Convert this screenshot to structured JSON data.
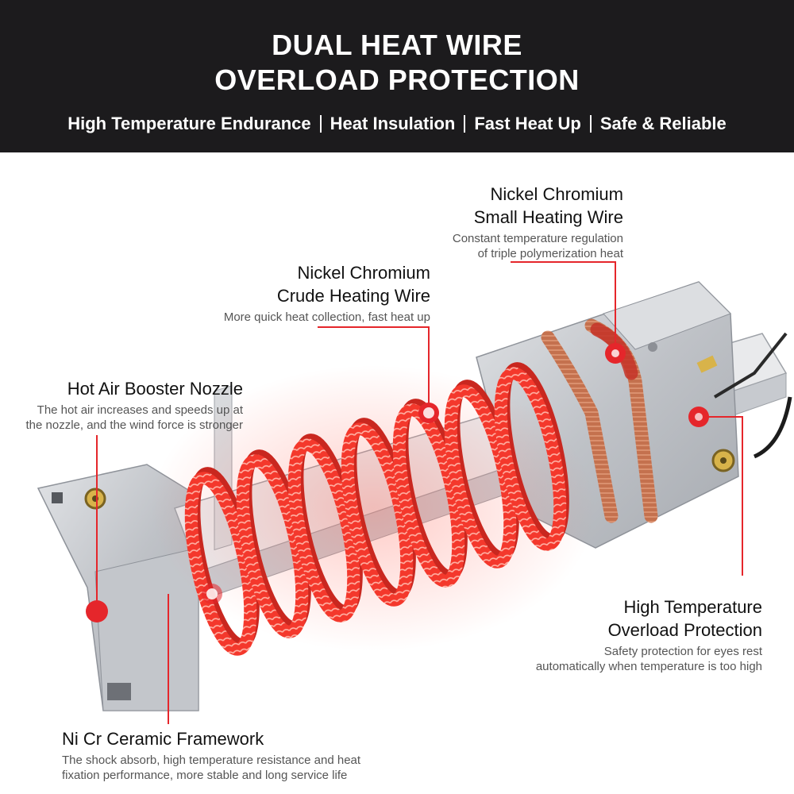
{
  "header": {
    "title_line1": "DUAL HEAT WIRE",
    "title_line2": "OVERLOAD PROTECTION",
    "features": [
      "High Temperature Endurance",
      "Heat Insulation",
      "Fast Heat Up",
      "Safe & Reliable"
    ]
  },
  "callouts": {
    "small_wire": {
      "title_line1": "Nickel Chromium",
      "title_line2": "Small Heating Wire",
      "desc_line1": "Constant temperature regulation",
      "desc_line2": "of triple polymerization heat"
    },
    "crude_wire": {
      "title_line1": "Nickel Chromium",
      "title_line2": "Crude Heating Wire",
      "desc_line1": "More quick heat collection, fast heat up"
    },
    "nozzle": {
      "title": "Hot Air Booster Nozzle",
      "desc_line1": "The hot air increases and speeds up at",
      "desc_line2": "the nozzle, and the wind force is stronger"
    },
    "overload": {
      "title_line1": "High Temperature",
      "title_line2": "Overload Protection",
      "desc_line1": "Safety protection for eyes rest",
      "desc_line2": "automatically when temperature is too high"
    },
    "framework": {
      "title": "Ni Cr Ceramic Framework",
      "desc_line1": "The shock absorb, high temperature resistance and heat",
      "desc_line2": "fixation performance, more stable and long service life"
    }
  },
  "colors": {
    "header_bg": "#1c1b1d",
    "accent_red": "#e5262b",
    "coil_red": "#f2362c",
    "copper": "#c4714e",
    "metal": "#c9cbcf"
  }
}
